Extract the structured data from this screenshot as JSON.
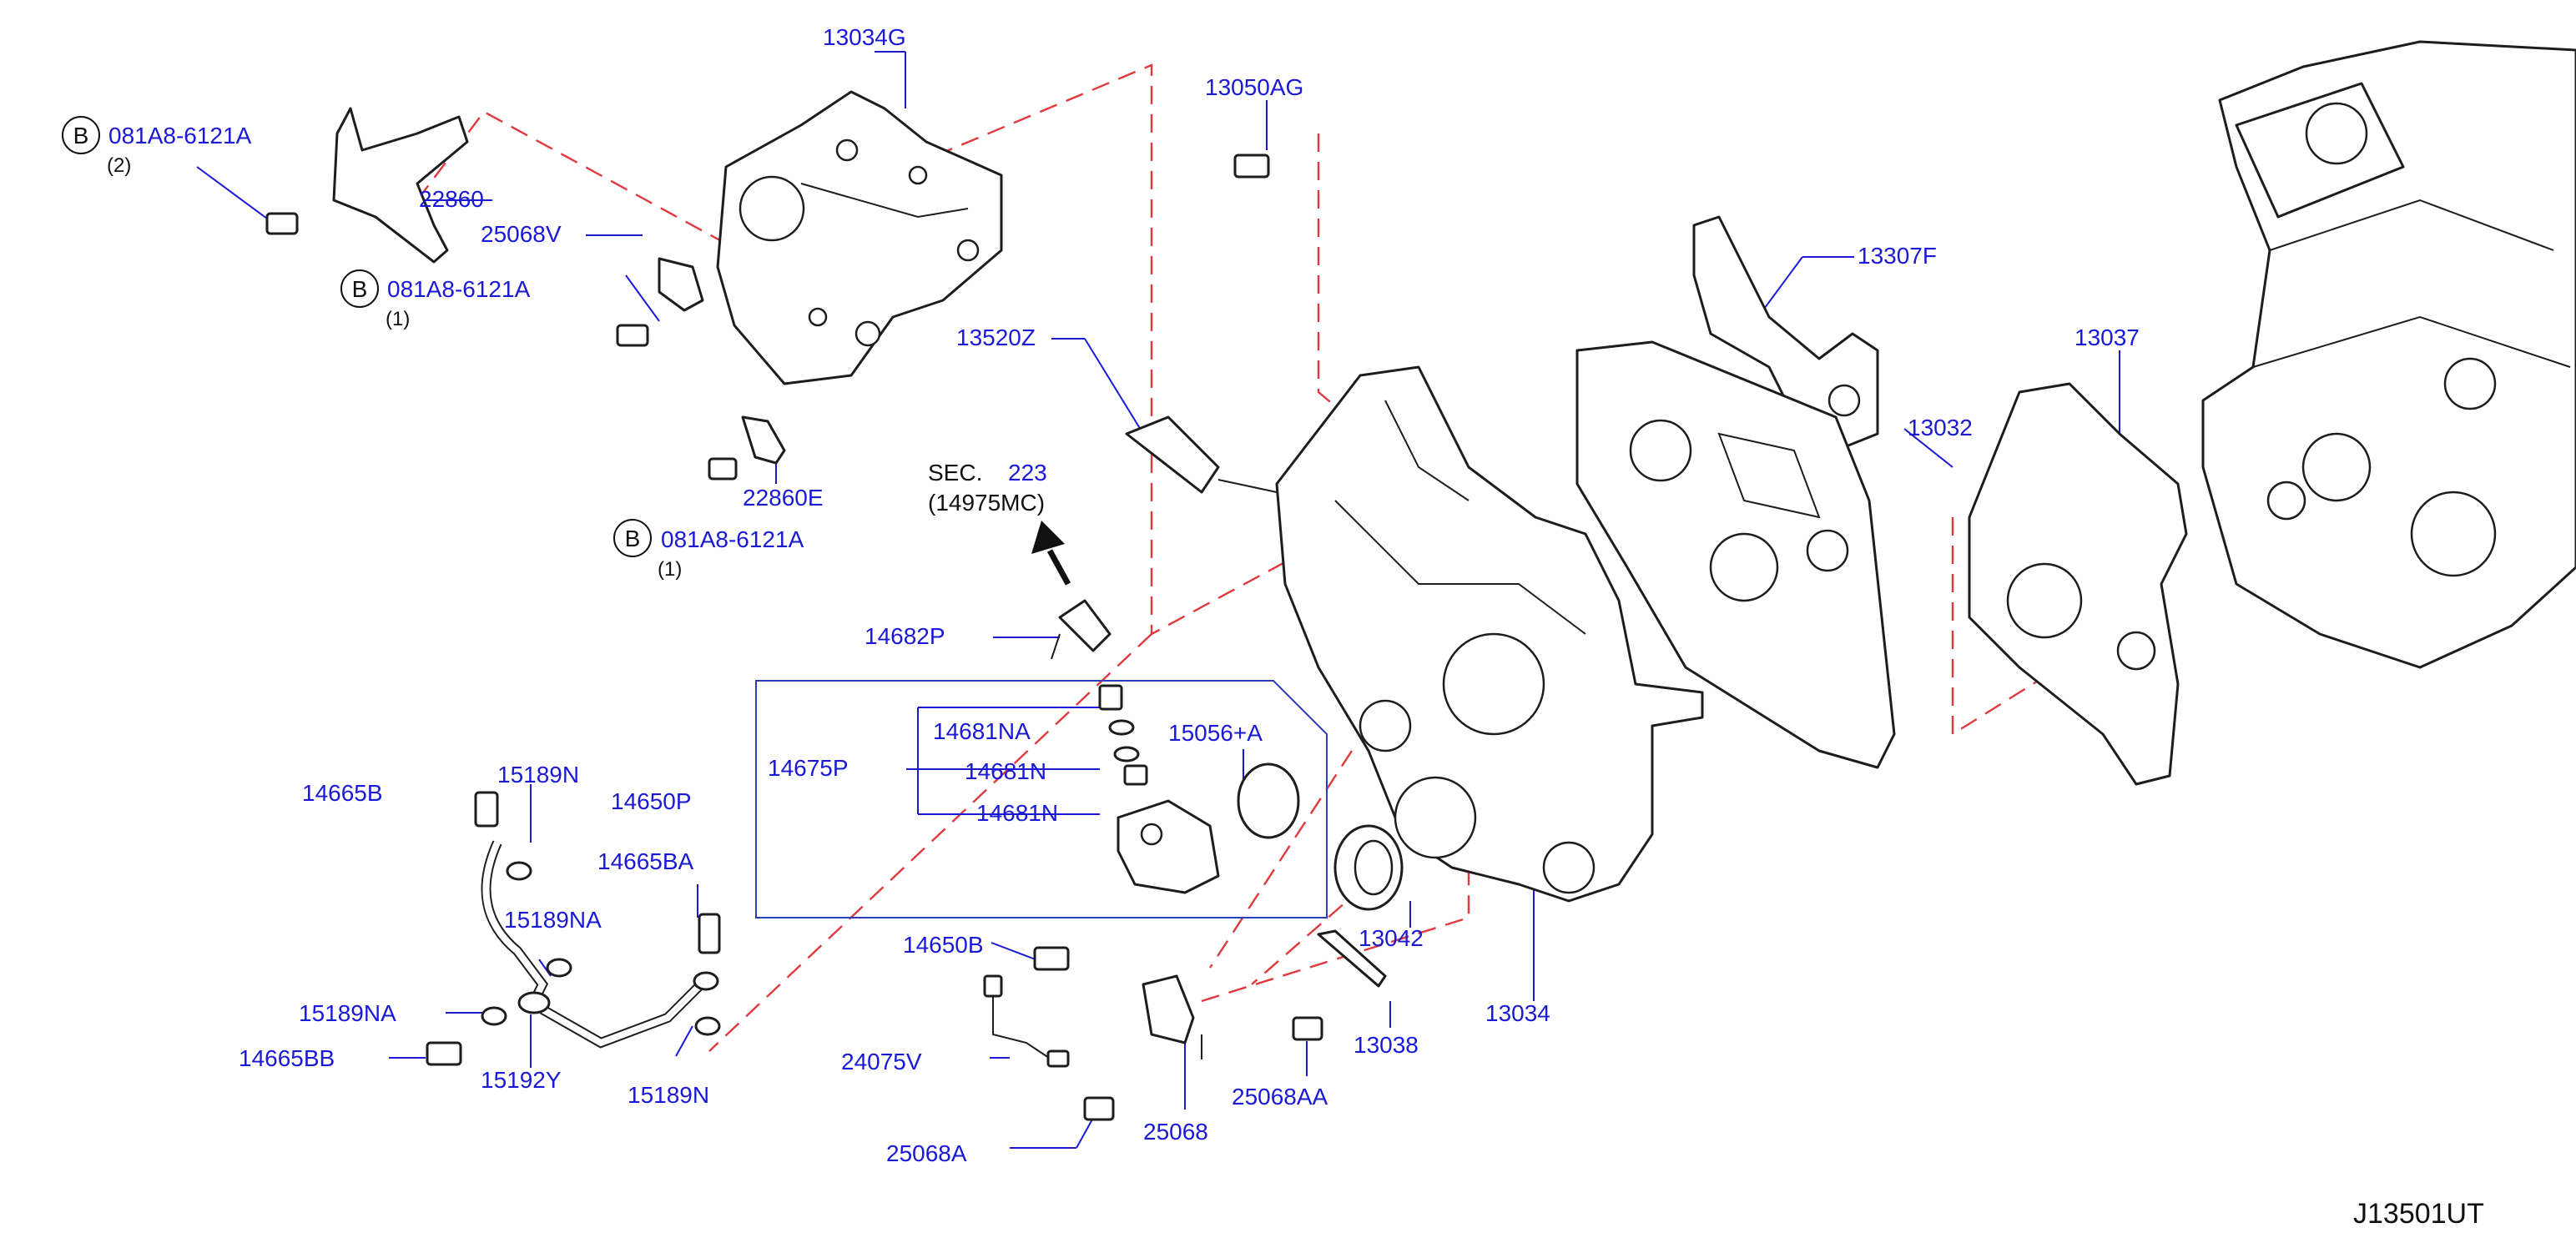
{
  "callouts": {
    "p13034G": "13034G",
    "p13050AG": "13050AG",
    "p081A8_6121A_top": "081A8-6121A",
    "q_top": "(2)",
    "p22860": "22860",
    "p25068V": "25068V",
    "p081A8_6121A_mid": "081A8-6121A",
    "q_mid": "(1)",
    "p13307F": "13307F",
    "p13037": "13037",
    "p13520Z": "13520Z",
    "p13032": "13032",
    "p22860E": "22860E",
    "p081A8_6121A_low": "081A8-6121A",
    "q_low": "(1)",
    "sec_label": "SEC.",
    "sec_num": "223",
    "sec_ref": "(14975MC)",
    "p14682P": "14682P",
    "p14681NA": "14681NA",
    "p15056A": "15056+A",
    "p14675P": "14675P",
    "p14681N_a": "14681N",
    "p14681N_b": "14681N",
    "p14650P": "14650P",
    "p14665B": "14665B",
    "p15189N_top": "15189N",
    "p14665BA": "14665BA",
    "p15189NA_right": "15189NA",
    "p15189NA_left": "15189NA",
    "p14665BB": "14665BB",
    "p15192Y": "15192Y",
    "p15189N_bot": "15189N",
    "p14650B": "14650B",
    "p13042": "13042",
    "p13038": "13038",
    "p13034": "13034",
    "p24075V": "24075V",
    "p25068AA": "25068AA",
    "p25068A": "25068A",
    "p25068": "25068",
    "circle_letter": "B",
    "diagram_code": "J13501UT"
  },
  "colors": {
    "callout": "#1a1ad6",
    "dashed_guide": "#e0393e",
    "outline": "#1d1d1d"
  },
  "icons": {
    "arrow": "up-arrow-icon",
    "bolt": "bolt-icon"
  }
}
